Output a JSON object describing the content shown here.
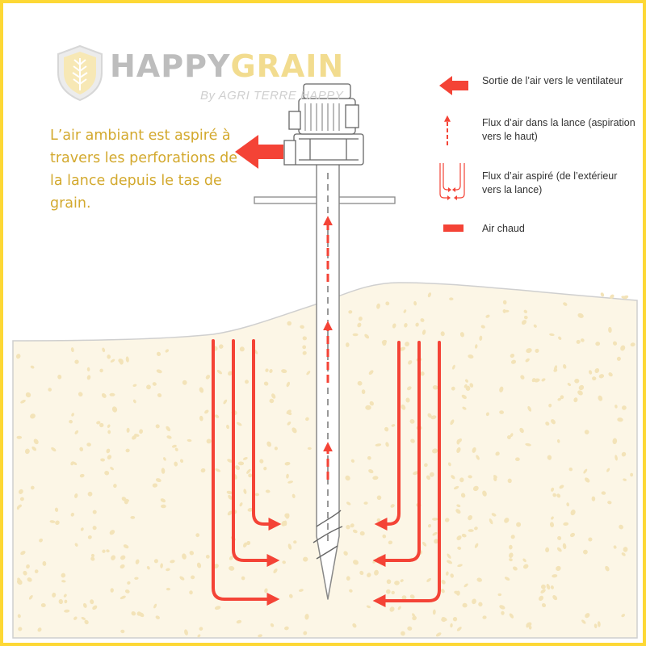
{
  "brand": {
    "name_part1": "HAPPY",
    "name_part2": "GRAIN",
    "byline": "By AGRI TERRE HAPPY",
    "logo_icon": "wheat-shield-icon"
  },
  "intro_text": "L’air ambiant est aspiré à travers les perforations de la lance depuis le tas de grain.",
  "legend": {
    "exhaust": {
      "label": "Sortie de l’air vers le ventilateur",
      "icon": "big-red-left-arrow-icon"
    },
    "lance_flow": {
      "label": "Flux d’air dans la lance (aspiration vers le haut)",
      "icon": "dashed-up-arrow-icon"
    },
    "aspired_flow": {
      "label": "Flux d’air aspiré (de l’extérieur vers la lance)",
      "icon": "curved-arrows-icon"
    },
    "hot_air": {
      "label": "Air chaud",
      "icon": "red-bar-icon"
    }
  },
  "colors": {
    "frame": "#fdd835",
    "accent_red": "#f44336",
    "text_gold": "#d3a92e",
    "grain_fill": "#fcf6e6",
    "grain_dot": "#f3e3b8"
  }
}
